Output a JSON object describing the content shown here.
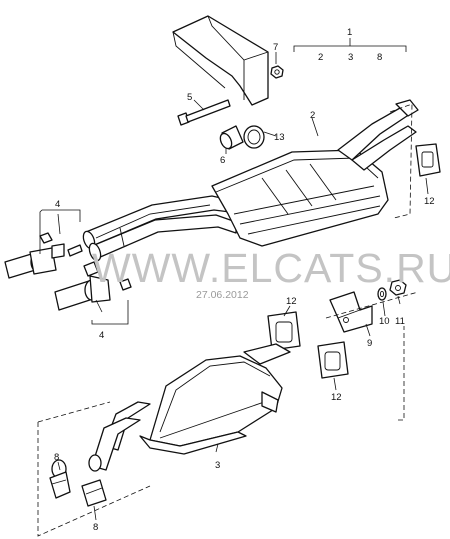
{
  "watermark": {
    "site": "WWW.ELCATS.RU",
    "date": "27.06.2012"
  },
  "legend_group": {
    "label": "1",
    "members": [
      "2",
      "3",
      "8"
    ]
  },
  "callouts": {
    "c7": "7",
    "c5": "5",
    "c6": "6",
    "c13": "13",
    "c2": "2",
    "c12a": "12",
    "c4a": "4",
    "c4b": "4",
    "c12b": "12",
    "c9": "9",
    "c10": "10",
    "c11": "11",
    "c12c": "12",
    "c3": "3",
    "c8a": "8",
    "c8b": "8"
  }
}
